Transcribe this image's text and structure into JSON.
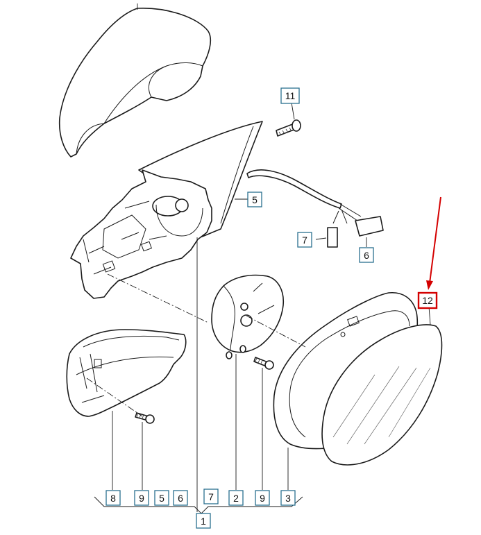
{
  "callouts": {
    "top_11": "11",
    "top_5": "5",
    "top_7": "7",
    "top_6": "6",
    "top_12": "12",
    "bottom_8": "8",
    "bottom_9a": "9",
    "bottom_5": "5",
    "bottom_6": "6",
    "bottom_7": "7",
    "bottom_2": "2",
    "bottom_9b": "9",
    "bottom_3": "3",
    "bottom_1": "1"
  },
  "colors": {
    "line": "#1a1a1a",
    "callout_border": "#2a6f8f",
    "highlight": "#d40000"
  }
}
